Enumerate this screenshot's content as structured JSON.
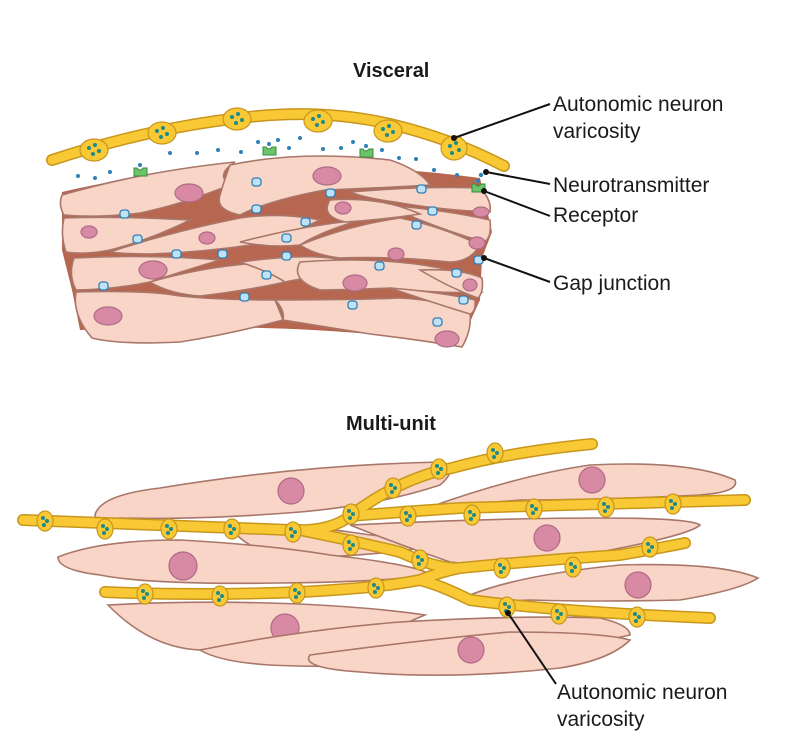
{
  "diagram": {
    "panels": [
      {
        "id": "visceral",
        "title": "Visceral",
        "labels": [
          {
            "id": "varicosity",
            "line1": "Autonomic neuron",
            "line2": "varicosity"
          },
          {
            "id": "neurotransmitter",
            "line1": "Neurotransmitter"
          },
          {
            "id": "receptor",
            "line1": "Receptor"
          },
          {
            "id": "gap-junction",
            "line1": "Gap junction"
          }
        ]
      },
      {
        "id": "multi-unit",
        "title": "Multi-unit",
        "labels": [
          {
            "id": "varicosity",
            "line1": "Autonomic neuron",
            "line2": "varicosity"
          }
        ]
      }
    ],
    "colors": {
      "smooth_muscle_cell": "#f9d5c8",
      "cell_outline": "#a8776a",
      "nucleus": "#d88aa5",
      "neuron": "#f8c935",
      "neuron_outline": "#c9961c",
      "vesicle": "#1f8a8a",
      "neurotransmitter": "#2f7fb8",
      "receptor": "#6cc46a",
      "gap_junction": "#bfe3f5"
    }
  }
}
